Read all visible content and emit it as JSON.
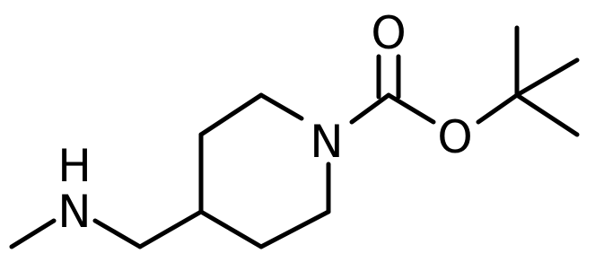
{
  "molecule": {
    "atoms": {
      "ring_nitrogen": "N",
      "amine_nitrogen": "N",
      "amine_hydrogen": "H",
      "carbonyl_oxygen": "O",
      "ester_oxygen": "O"
    }
  }
}
